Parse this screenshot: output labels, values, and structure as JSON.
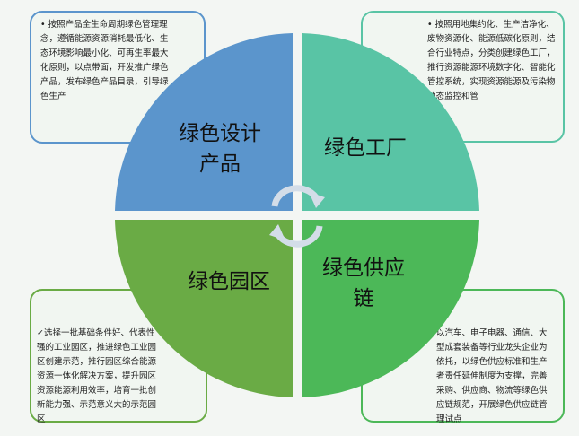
{
  "quadrants": [
    {
      "title": "绿色设计产品",
      "title_lines": [
        "绿色设计",
        "产品"
      ],
      "color": "#5b95cc",
      "bullet": "•",
      "description": "按照产品全生命周期绿色管理理念，遵循能源资源消耗最低化、生态环境影响最小化、可再生率最大化原则，以点带面，开发推广绿色产品，发布绿色产品目录，引导绿色生产"
    },
    {
      "title": "绿色工厂",
      "color": "#59c4a5",
      "bullet": "•",
      "description": "按照用地集约化、生产洁净化、废物资源化、能源低碳化原则，结合行业特点，分类创建绿色工厂，推行资源能源环境数字化、智能化管控系统，实现资源能源及污染物动态监控和管"
    },
    {
      "title": "绿色园区",
      "color": "#6aab45",
      "bullet": "✓",
      "description": "选择一批基础条件好、代表性强的工业园区，推进绿色工业园区创建示范，推行园区综合能源资源一体化解决方案，提升园区资源能源利用效率，培育一批创新能力强、示范意义大的示范园区"
    },
    {
      "title": "绿色供应链",
      "title_lines": [
        "绿色供应",
        "链"
      ],
      "color": "#4cb858",
      "bullet": "",
      "description": "以汽车、电子电器、通信、大型成套装备等行业龙头企业为依托，以绿色供应标准和生产者责任延伸制度为支撑，完善采购、供应商、物流等绿色供应链规范，开展绿色供应链管理试点"
    }
  ]
}
